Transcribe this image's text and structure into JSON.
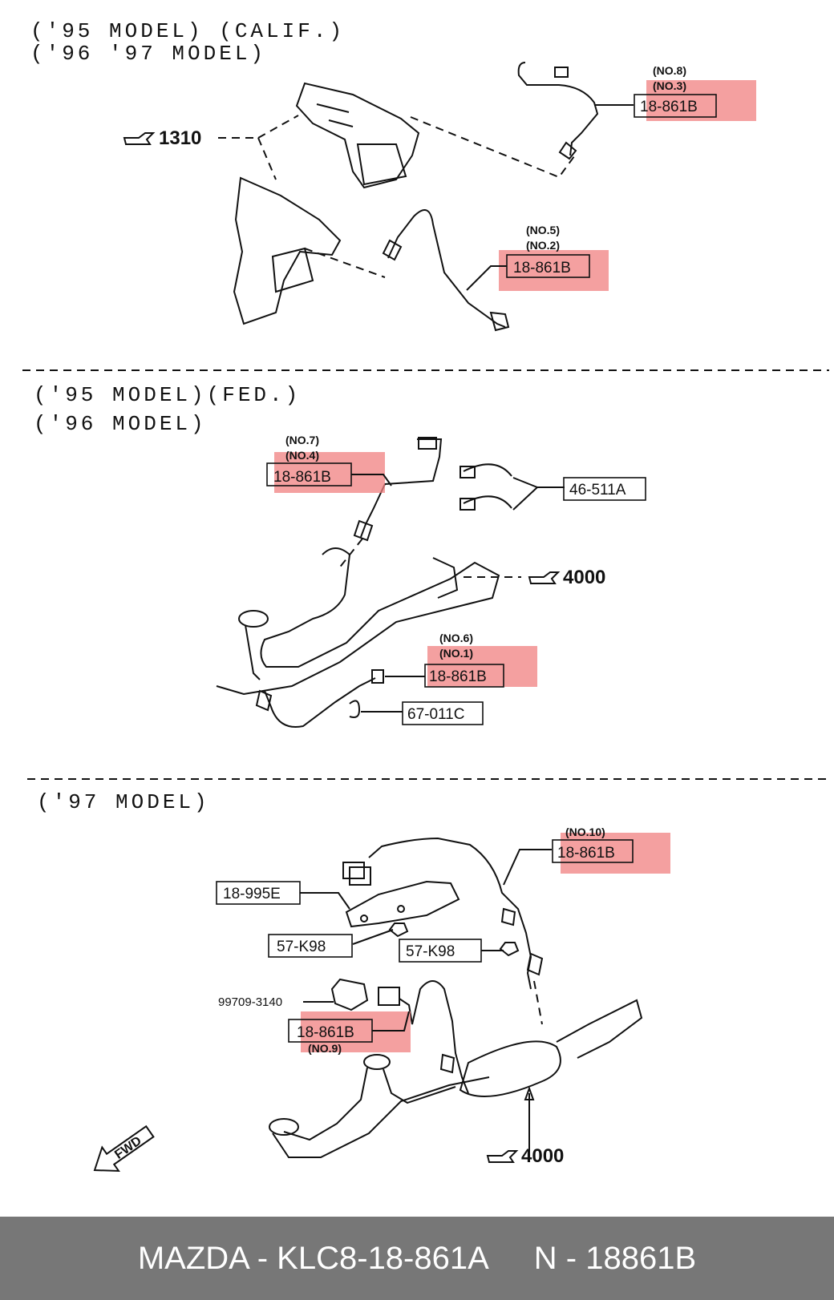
{
  "sections": [
    {
      "line1": "('95  MODEL) (CALIF.)",
      "line2": "('96 '97  MODEL)"
    },
    {
      "line1": "('95  MODEL)(FED.)",
      "line2": "('96  MODEL)"
    },
    {
      "line1": "('97  MODEL)"
    }
  ],
  "callouts": {
    "s1_upper": {
      "num_a": "(NO.8)",
      "num_b": "(NO.3)",
      "code": "18-861B"
    },
    "s1_lower": {
      "num_a": "(NO.5)",
      "num_b": "(NO.2)",
      "code": "18-861B"
    },
    "s2_upper": {
      "num_a": "(NO.7)",
      "num_b": "(NO.4)",
      "code": "18-861B"
    },
    "s2_lower": {
      "num_a": "(NO.6)",
      "num_b": "(NO.1)",
      "code": "18-861B"
    },
    "s2_harness": {
      "code": "46-511A"
    },
    "s2_clip": {
      "code": "67-011C"
    },
    "s3_upper": {
      "num_a": "(NO.10)",
      "code": "18-861B"
    },
    "s3_lower": {
      "num_a": "(NO.9)",
      "code": "18-861B"
    },
    "s3_bracket": {
      "code": "18-995E"
    },
    "s3_nut_a": {
      "code": "57-K98"
    },
    "s3_nut_b": {
      "code": "57-K98"
    },
    "s3_bolt": {
      "code": "99709-3140"
    }
  },
  "refs": {
    "r1310": "1310",
    "r4000a": "4000",
    "r4000b": "4000"
  },
  "fwd_label": "FWD",
  "footer": {
    "left": "MAZDA - KLC8-18-861A",
    "right": "N - 18861B"
  },
  "colors": {
    "highlight": "#f08080",
    "footer_bg": "#777777",
    "footer_text": "#ffffff"
  }
}
